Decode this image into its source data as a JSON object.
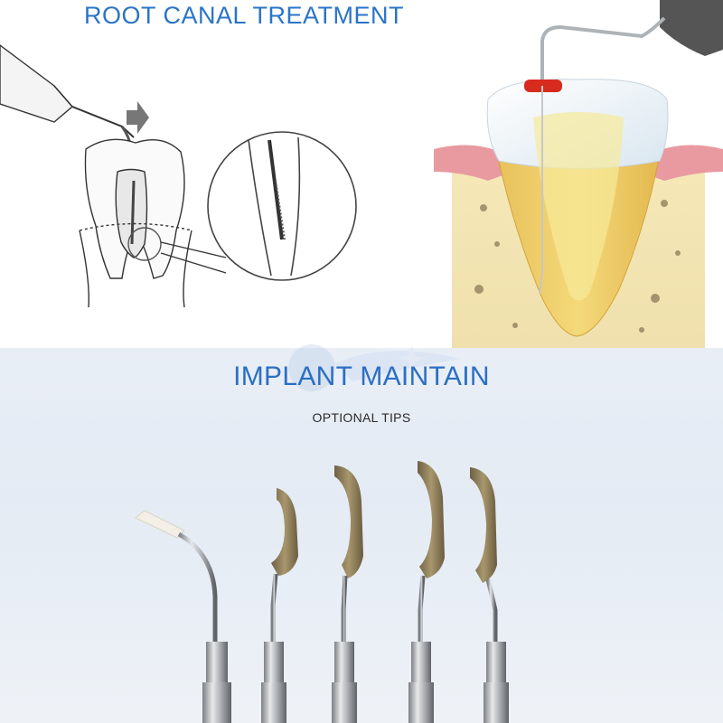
{
  "headings": {
    "root_canal": "ROOT CANAL TREATMENT",
    "implant": "IMPLANT MAINTAIN",
    "optional_tips": "OPTIONAL TIPS"
  },
  "colors": {
    "heading_blue": "#2a74c8",
    "root_canal_rubber_stop": "#d62b1e",
    "tip_gold": "#8a7a58",
    "tip_white": "#f4f1ea",
    "steel": "#b9bcc0"
  },
  "tips": [
    {
      "name": "white-ceramic-tip"
    },
    {
      "name": "gold-tip-1"
    },
    {
      "name": "gold-tip-2"
    },
    {
      "name": "gold-tip-3"
    },
    {
      "name": "gold-tip-4"
    }
  ]
}
